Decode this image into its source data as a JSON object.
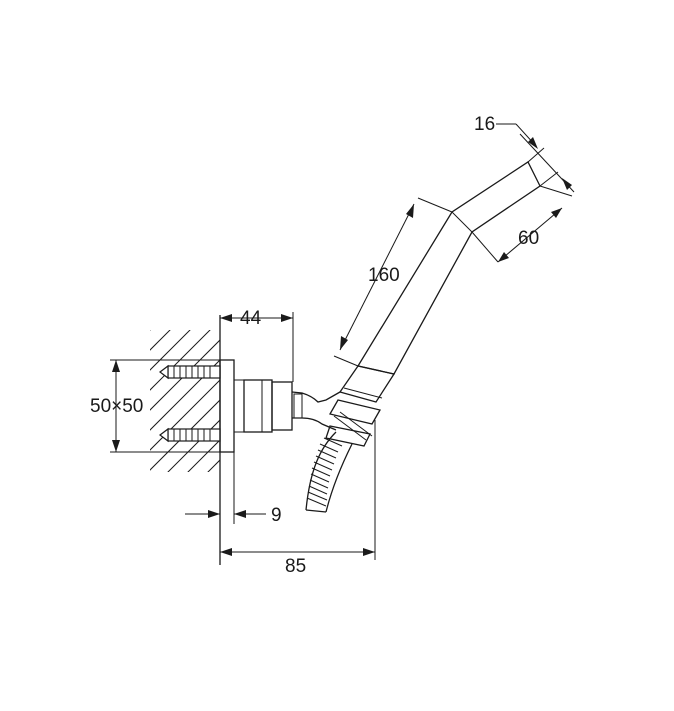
{
  "drawing": {
    "dimensions": {
      "top_offset": "44",
      "plate_size": "50×50",
      "plate_thickness": "9",
      "total_depth": "85",
      "handle_length": "160",
      "head_length": "60",
      "head_diameter": "16"
    }
  }
}
